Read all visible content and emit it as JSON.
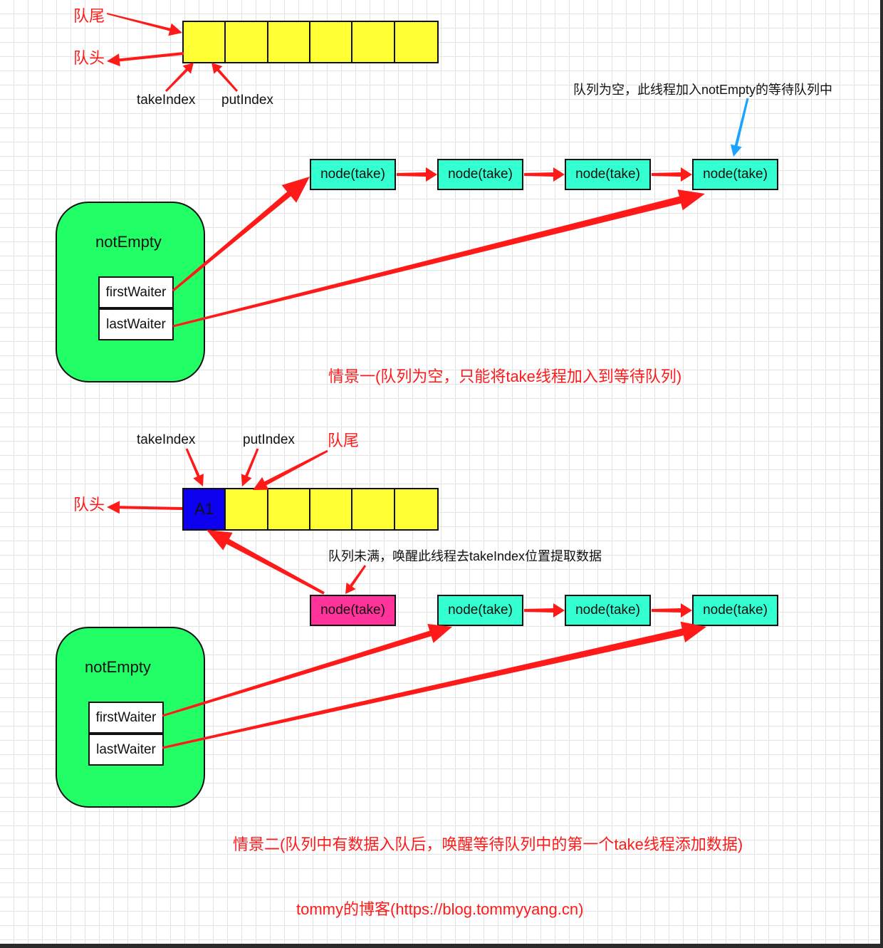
{
  "scenario1": {
    "tail_label": "队尾",
    "head_label": "队头",
    "take_index_label": "takeIndex",
    "put_index_label": "putIndex",
    "queue_slots": [
      "",
      "",
      "",
      "",
      "",
      ""
    ],
    "waiting_note": "队列为空，此线程加入notEmpty的等待队列中",
    "condition": {
      "title": "notEmpty",
      "first_waiter": "firstWaiter",
      "last_waiter": "lastWaiter"
    },
    "nodes": [
      "node(take)",
      "node(take)",
      "node(take)",
      "node(take)"
    ],
    "caption": "情景一(队列为空，只能将take线程加入到等待队列)"
  },
  "scenario2": {
    "take_index_label": "takeIndex",
    "put_index_label": "putIndex",
    "tail_label": "队尾",
    "head_label": "队头",
    "queue_slots": [
      "A1",
      "",
      "",
      "",
      "",
      ""
    ],
    "wake_note": "队列未满，唤醒此线程去takeIndex位置提取数据",
    "awakened_node": "node(take)",
    "condition": {
      "title": "notEmpty",
      "first_waiter": "firstWaiter",
      "last_waiter": "lastWaiter"
    },
    "nodes": [
      "node(take)",
      "node(take)",
      "node(take)"
    ],
    "caption": "情景二(队列中有数据入队后，唤醒等待队列中的第一个take线程添加数据)"
  },
  "footer": "tommy的博客(https://blog.tommyyang.cn)",
  "colors": {
    "arrow_red": "#ff1a1a",
    "arrow_blue": "#1aa3ff",
    "slot_yellow": "#ffff33",
    "slot_filled": "#0c00ee",
    "node_cyan": "#33ffd0",
    "node_pink": "#ff3399",
    "condition_green": "#22ff66"
  }
}
